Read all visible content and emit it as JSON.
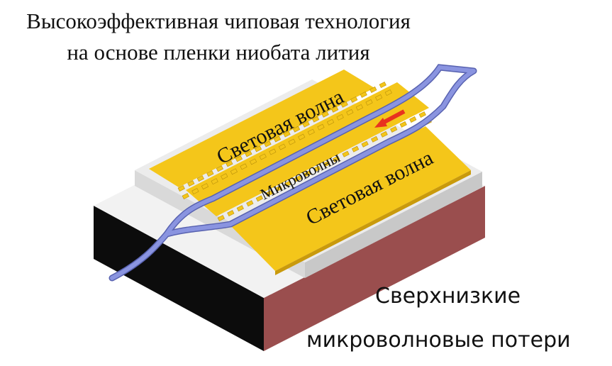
{
  "title": {
    "line1": "Высокоэффективная чиповая технология",
    "line2": "на основе пленки ниобата лития"
  },
  "labels": {
    "light_wave_top": "Световая волна",
    "microwave": "Микроволны",
    "light_wave_bottom": "Световая волна"
  },
  "caption": {
    "line1": "Сверхнизкие",
    "line2": "микроволновые потери"
  },
  "colors": {
    "electrode": "#f4c61a",
    "waveguide": "#7c86d4",
    "substrate_front": "#9a4e4e",
    "substrate_side": "#0c0c0c",
    "film": "#e8e8e8",
    "arrow": "#e8331f"
  }
}
